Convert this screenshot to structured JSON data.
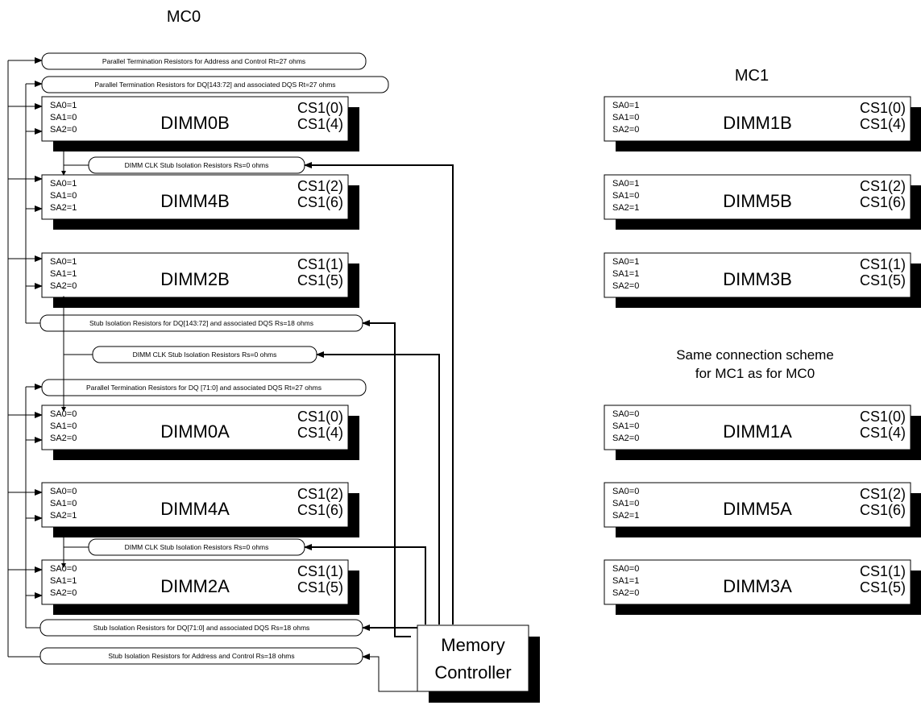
{
  "mc0": {
    "title": "MC0",
    "dimms": [
      {
        "name": "DIMM0B",
        "sa0": "SA0=1",
        "sa1": "SA1=0",
        "sa2": "SA2=0",
        "cs_a": "CS1(0)",
        "cs_b": "CS1(4)"
      },
      {
        "name": "DIMM4B",
        "sa0": "SA0=1",
        "sa1": "SA1=0",
        "sa2": "SA2=1",
        "cs_a": "CS1(2)",
        "cs_b": "CS1(6)"
      },
      {
        "name": "DIMM2B",
        "sa0": "SA0=1",
        "sa1": "SA1=1",
        "sa2": "SA2=0",
        "cs_a": "CS1(1)",
        "cs_b": "CS1(5)"
      },
      {
        "name": "DIMM0A",
        "sa0": "SA0=0",
        "sa1": "SA1=0",
        "sa2": "SA2=0",
        "cs_a": "CS1(0)",
        "cs_b": "CS1(4)"
      },
      {
        "name": "DIMM4A",
        "sa0": "SA0=0",
        "sa1": "SA1=0",
        "sa2": "SA2=1",
        "cs_a": "CS1(2)",
        "cs_b": "CS1(6)"
      },
      {
        "name": "DIMM2A",
        "sa0": "SA0=0",
        "sa1": "SA1=1",
        "sa2": "SA2=0",
        "cs_a": "CS1(1)",
        "cs_b": "CS1(5)"
      }
    ],
    "resistors": {
      "addr_term": "Parallel Termination Resistors for Address and Control Rt=27 ohms",
      "dq_hi_term": "Parallel Termination Resistors for DQ[143:72] and associated DQS Rt=27 ohms",
      "clk_stub_1": "DIMM CLK Stub Isolation Resistors Rs=0 ohms",
      "dq_hi_stub": "Stub Isolation Resistors for DQ[143:72] and associated DQS Rs=18 ohms",
      "clk_stub_2": "DIMM CLK Stub Isolation Resistors Rs=0 ohms",
      "dq_lo_term": "Parallel Termination Resistors for DQ [71:0] and associated DQS Rt=27 ohms",
      "clk_stub_3": "DIMM CLK Stub Isolation Resistors Rs=0 ohms",
      "dq_lo_stub": "Stub Isolation Resistors for DQ[71:0] and associated DQS Rs=18 ohms",
      "addr_stub": "Stub Isolation Resistors for Address and Control Rs=18 ohms"
    },
    "controller": {
      "line1": "Memory",
      "line2": "Controller"
    }
  },
  "mc1": {
    "title": "MC1",
    "note_line1": "Same connection scheme",
    "note_line2": "for MC1 as for MC0",
    "dimms": [
      {
        "name": "DIMM1B",
        "sa0": "SA0=1",
        "sa1": "SA1=0",
        "sa2": "SA2=0",
        "cs_a": "CS1(0)",
        "cs_b": "CS1(4)"
      },
      {
        "name": "DIMM5B",
        "sa0": "SA0=1",
        "sa1": "SA1=0",
        "sa2": "SA2=1",
        "cs_a": "CS1(2)",
        "cs_b": "CS1(6)"
      },
      {
        "name": "DIMM3B",
        "sa0": "SA0=1",
        "sa1": "SA1=1",
        "sa2": "SA2=0",
        "cs_a": "CS1(1)",
        "cs_b": "CS1(5)"
      },
      {
        "name": "DIMM1A",
        "sa0": "SA0=0",
        "sa1": "SA1=0",
        "sa2": "SA2=0",
        "cs_a": "CS1(0)",
        "cs_b": "CS1(4)"
      },
      {
        "name": "DIMM5A",
        "sa0": "SA0=0",
        "sa1": "SA1=0",
        "sa2": "SA2=1",
        "cs_a": "CS1(2)",
        "cs_b": "CS1(6)"
      },
      {
        "name": "DIMM3A",
        "sa0": "SA0=0",
        "sa1": "SA1=1",
        "sa2": "SA2=0",
        "cs_a": "CS1(1)",
        "cs_b": "CS1(5)"
      }
    ]
  }
}
